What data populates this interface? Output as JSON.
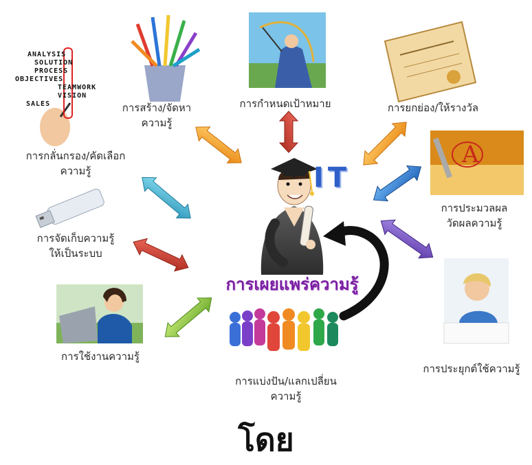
{
  "center": {
    "title": "การเผยแพร่ความรู้",
    "badge": "IT"
  },
  "nodes": {
    "create": {
      "line1": "การสร้าง/จัดหา",
      "line2": "ความรู้"
    },
    "goal": {
      "line1": "การกำหนดเป้าหมาย"
    },
    "reward": {
      "line1": "การยกย่อง/ให้รางวัล"
    },
    "filter": {
      "line1": "การกลั่นกรอง/คัดเลือก",
      "line2": "ความรู้"
    },
    "assess": {
      "line1": "การประมวลผล",
      "line2": "วัดผลความรู้"
    },
    "store": {
      "line1": "การจัดเก็บความรู้",
      "line2": "ให้เป็นระบบ"
    },
    "use": {
      "line1": "การใช้งานความรู้"
    },
    "apply": {
      "line1": "การประยุกต์ใช้ความรู้"
    },
    "share": {
      "line1": "การแบ่งปัน/แลกเปลี่ยน",
      "line2": "ความรู้"
    }
  },
  "analysis_words": [
    "ANALYSIS",
    "SOLUTION",
    "PROCESS",
    "OBJECTIVES",
    "TEAMWORK",
    "VISION",
    "SALES"
  ],
  "footer": "โดย",
  "colors": {
    "orange_arrow": "#f2951e",
    "red_arrow": "#c0392b",
    "blue_arrow": "#2c7fd8",
    "cyan_arrow": "#4bb6d4",
    "purple_arrow": "#7a4fc2",
    "green_arrow": "#8cc63f",
    "center_title": "#7a1fa2"
  }
}
